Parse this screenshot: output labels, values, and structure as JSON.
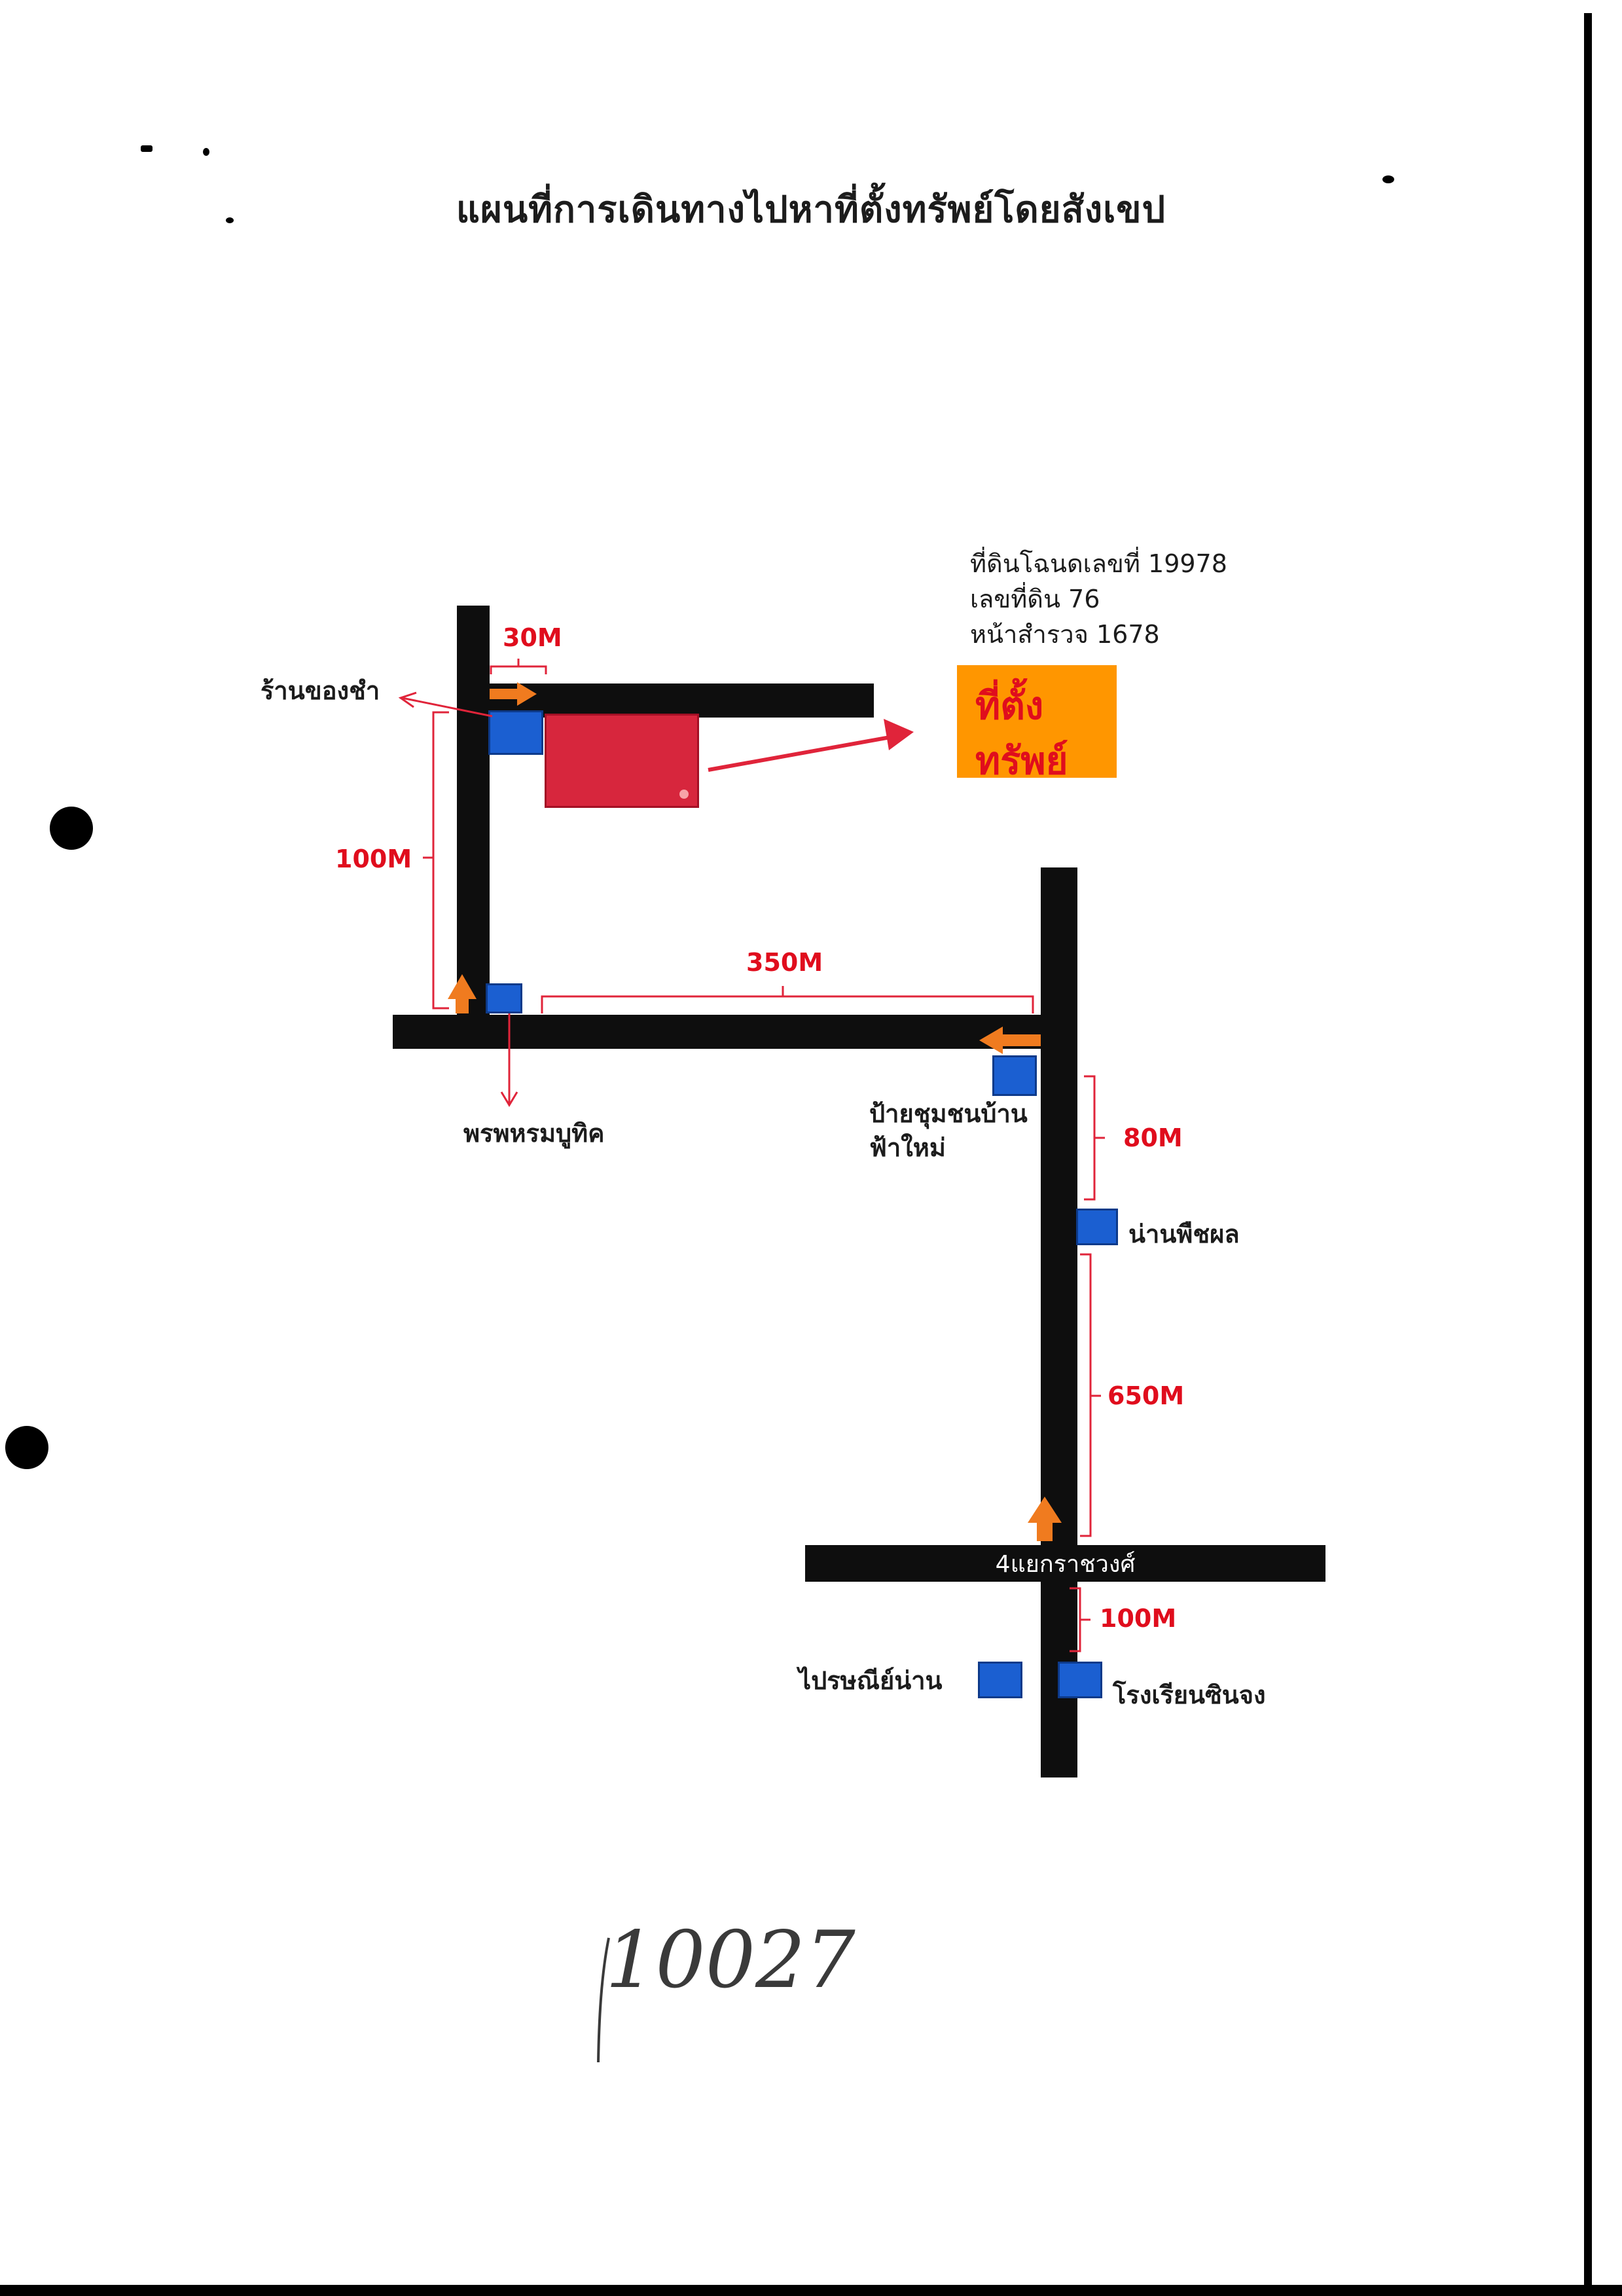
{
  "map": {
    "title": "แผนที่การเดินทางไปหาที่ตั้งทรัพย์โดยสังเขป",
    "deed": {
      "line1": "ที่ดินโฉนดเลขที่ 19978",
      "line2": "เลขที่ดิน 76",
      "line3": "หน้าสำรวจ 1678"
    },
    "property": {
      "line1": "ที่ตั้ง",
      "line2": "ทรัพย์"
    },
    "road_label": "4แยกราชวงศ์",
    "landmarks": {
      "shop": "ร้านของชำ",
      "boutique": "พรพหรมบูทิค",
      "community_sign_1": "ป้ายชุมชนบ้าน",
      "community_sign_2": "ฟ้าใหม่",
      "nan_crops": "น่านพืชผล",
      "post_office": "ไปรษณีย์น่าน",
      "school": "โรงเรียนซินจง"
    },
    "distances": {
      "d30": "30M",
      "d100_left": "100M",
      "d350": "350M",
      "d80": "80M",
      "d650": "650M",
      "d100_bottom": "100M"
    },
    "handwritten_note": "10027",
    "colors": {
      "road": "#0e0e0e",
      "landmark": "#1b5fd1",
      "arrow": "#f07b1f",
      "distance": "#e00d1d",
      "property_box": "#ff9600",
      "parcel": "#d7263d"
    }
  }
}
